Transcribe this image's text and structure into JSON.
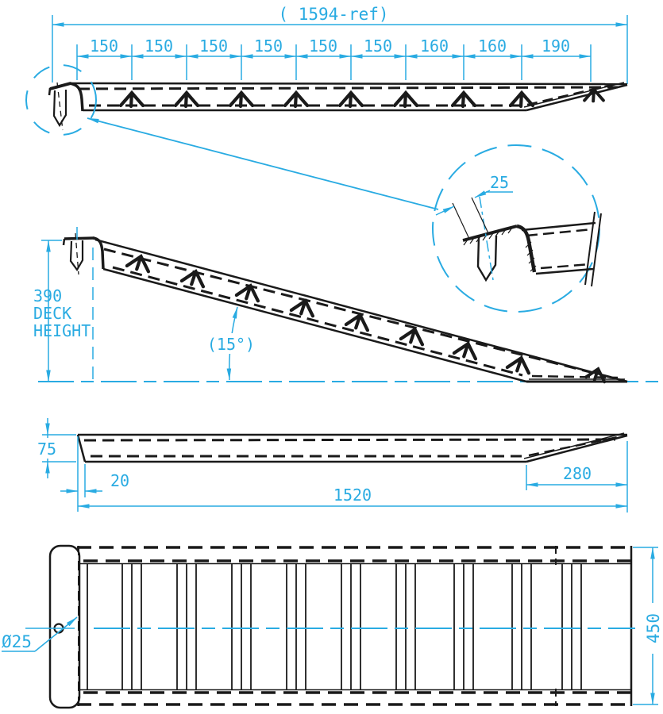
{
  "colors": {
    "ink": "#1a1a1a",
    "annotation": "#29abe2",
    "background": "#ffffff"
  },
  "views": {
    "side_elevation": {
      "overall_length": "( 1594-ref)",
      "cleat_spacing": [
        "150",
        "150",
        "150",
        "150",
        "150",
        "150",
        "160",
        "160",
        "190"
      ]
    },
    "inclined_elevation": {
      "deck_height_value": "390",
      "deck_height_label_1": "DECK",
      "deck_height_label_2": "HEIGHT",
      "ramp_angle": "(15°)"
    },
    "hook_detail": {
      "lip_width": "25"
    },
    "flat_elevation": {
      "profile_height": "75",
      "toe_offset": "20",
      "flat_length": "1520",
      "taper_length": "280"
    },
    "plan": {
      "hole_diameter": "Ø25",
      "overall_width": "450"
    }
  }
}
